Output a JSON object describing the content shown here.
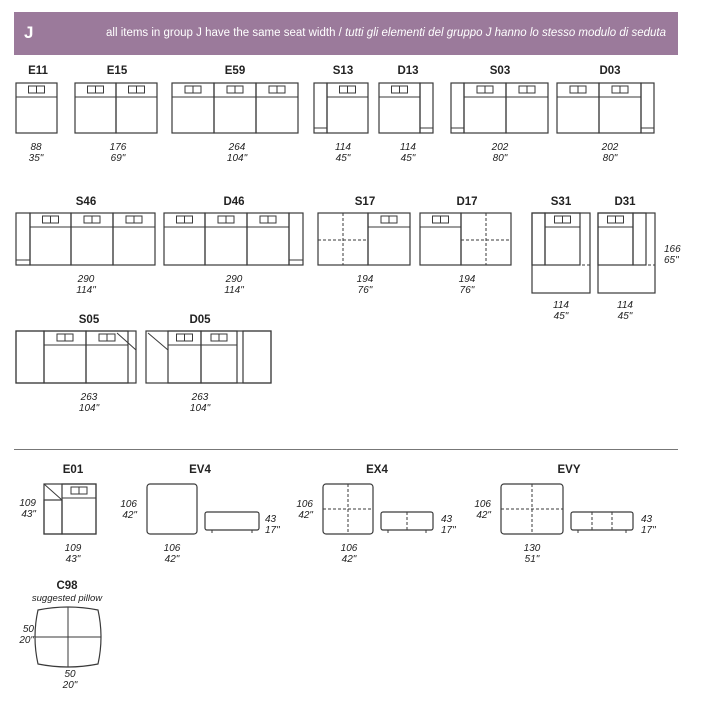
{
  "header": {
    "group_letter": "J",
    "text_en": "all items in group J have the same seat width",
    "separator": " / ",
    "text_it": "tutti gli elementi del gruppo J hanno lo stesso modulo di seduta",
    "bg_color": "#9b7a9b"
  },
  "units": {
    "cm": "cm",
    "in": "\""
  },
  "items": [
    {
      "code": "E11",
      "w_cm": "88",
      "w_in": "35\""
    },
    {
      "code": "E15",
      "w_cm": "176",
      "w_in": "69\""
    },
    {
      "code": "E59",
      "w_cm": "264",
      "w_in": "104\""
    },
    {
      "code": "S13",
      "w_cm": "114",
      "w_in": "45\""
    },
    {
      "code": "D13",
      "w_cm": "114",
      "w_in": "45\""
    },
    {
      "code": "S03",
      "w_cm": "202",
      "w_in": "80\""
    },
    {
      "code": "D03",
      "w_cm": "202",
      "w_in": "80\""
    },
    {
      "code": "S46",
      "w_cm": "290",
      "w_in": "114\""
    },
    {
      "code": "D46",
      "w_cm": "290",
      "w_in": "114\""
    },
    {
      "code": "S17",
      "w_cm": "194",
      "w_in": "76\""
    },
    {
      "code": "D17",
      "w_cm": "194",
      "w_in": "76\""
    },
    {
      "code": "S31",
      "w_cm": "114",
      "w_in": "45\""
    },
    {
      "code": "D31",
      "w_cm": "114",
      "w_in": "45\""
    },
    {
      "code": "S05",
      "w_cm": "263",
      "w_in": "104\""
    },
    {
      "code": "D05",
      "w_cm": "263",
      "w_in": "104\""
    }
  ],
  "s31_d31_depth": {
    "cm": "166",
    "in": "65\""
  },
  "ottomans": [
    {
      "code": "E01",
      "d_cm": "109",
      "d_in": "43\"",
      "w_cm": "109",
      "w_in": "43\""
    },
    {
      "code": "EV4",
      "d_cm": "106",
      "d_in": "42\"",
      "w_cm": "106",
      "w_in": "42\"",
      "h_cm": "43",
      "h_in": "17\""
    },
    {
      "code": "EX4",
      "d_cm": "106",
      "d_in": "42\"",
      "w_cm": "106",
      "w_in": "42\"",
      "h_cm": "43",
      "h_in": "17\""
    },
    {
      "code": "EVY",
      "d_cm": "106",
      "d_in": "42\"",
      "w_cm": "130",
      "w_in": "51\"",
      "h_cm": "43",
      "h_in": "17\""
    }
  ],
  "pillow": {
    "code": "C98",
    "label": "suggested pillow",
    "h_cm": "50",
    "h_in": "20\"",
    "w_cm": "50",
    "w_in": "20\""
  },
  "colors": {
    "line": "#3a3a3a",
    "divider": "#777777"
  }
}
